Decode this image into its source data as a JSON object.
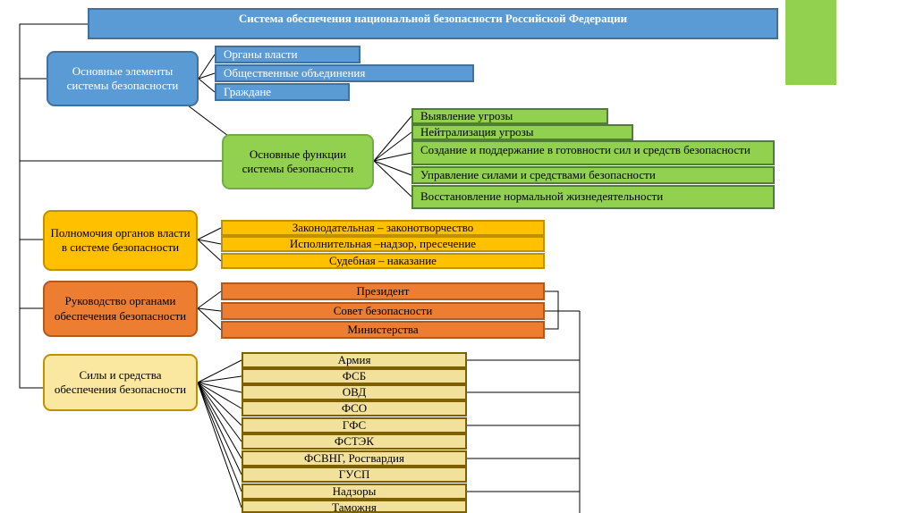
{
  "title": "Система обеспечения национальной безопасности Российской Федерации",
  "groups": {
    "elements": {
      "label": "Основные элементы системы безопасности",
      "items": [
        "Органы власти",
        "Общественные объединения",
        "Граждане"
      ]
    },
    "functions": {
      "label": "Основные функции системы безопасности",
      "items": [
        "Выявление угрозы",
        "Нейтрализация угрозы",
        "Создание и поддержание в готовности сил и средств безопасности",
        "Управление силами и средствами безопасности",
        "Восстановление нормальной жизнедеятельности"
      ]
    },
    "powers": {
      "label": "Полномочия органов власти в системе безопасности",
      "items": [
        "Законодательная – законотворчество",
        "Исполнительная –надзор, пресечение",
        "Судебная – наказание"
      ]
    },
    "leadership": {
      "label": "Руководство органами обеспечения безопасности",
      "items": [
        "Президент",
        "Совет безопасности",
        "Министерства"
      ]
    },
    "forces": {
      "label": "Силы и средства обеспечения безопасности",
      "items": [
        "Армия",
        "ФСБ",
        "ОВД",
        "ФСО",
        "ГФС",
        "ФСТЭК",
        "ФСВНГ, Росгвардия",
        "ГУСП",
        "Надзоры",
        "Таможня"
      ]
    }
  },
  "colors": {
    "blue": "#5b9bd5",
    "green": "#92d050",
    "yellow": "#ffc000",
    "orange": "#ed7d31",
    "khaki": "#f1e19a",
    "accent_tab": "#92d050"
  }
}
